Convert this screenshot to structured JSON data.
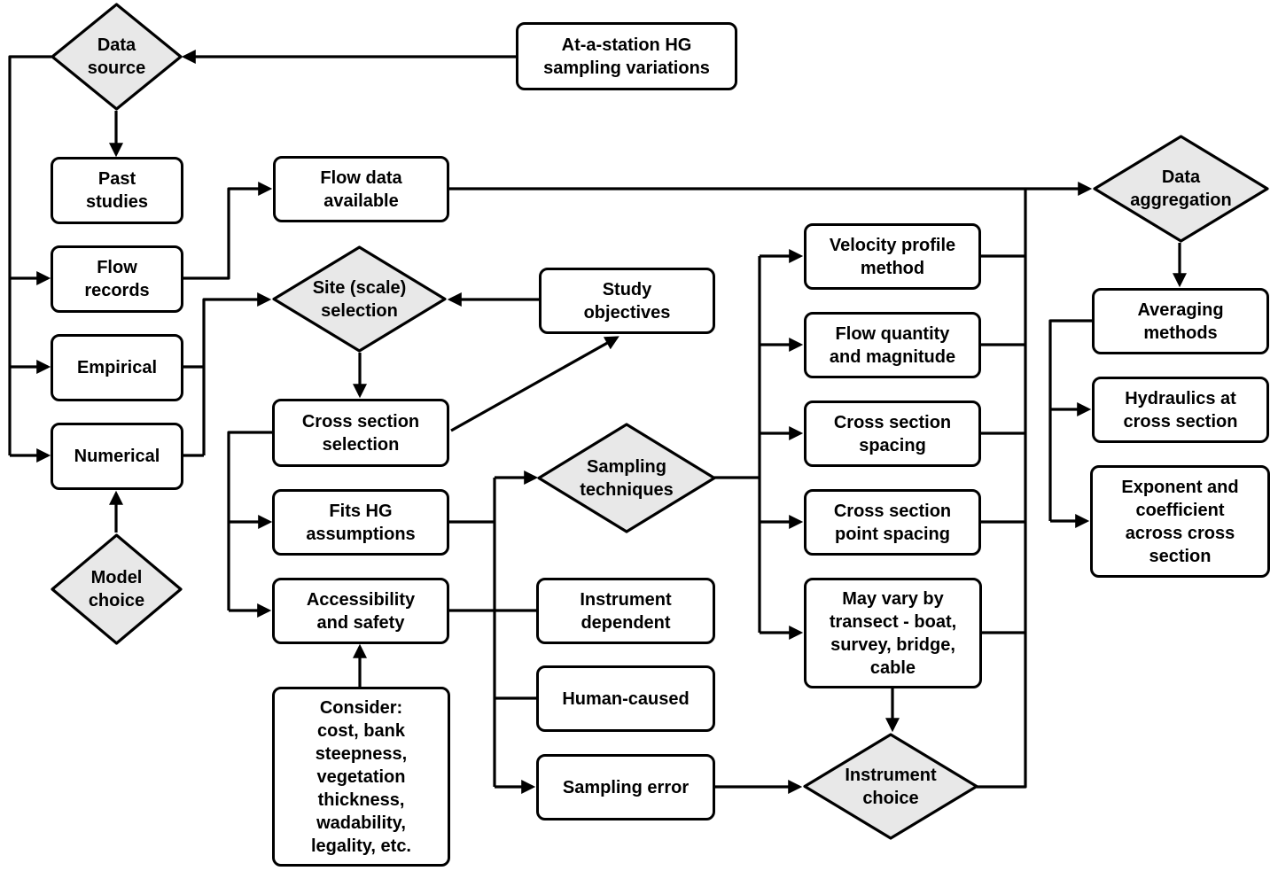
{
  "diagram": {
    "type": "flowchart",
    "colors": {
      "background": "#ffffff",
      "line": "#000000",
      "decision_fill": "#e8e8e8",
      "process_fill": "#ffffff",
      "border": "#000000",
      "text": "#000000"
    },
    "nodes": {
      "at_a_station": {
        "label": "At-a-station HG\nsampling variations",
        "type": "process"
      },
      "data_source": {
        "label": "Data\nsource",
        "type": "decision"
      },
      "past_studies": {
        "label": "Past\nstudies",
        "type": "process"
      },
      "flow_records": {
        "label": "Flow\nrecords",
        "type": "process"
      },
      "empirical": {
        "label": "Empirical",
        "type": "process"
      },
      "numerical": {
        "label": "Numerical",
        "type": "process"
      },
      "model_choice": {
        "label": "Model\nchoice",
        "type": "decision"
      },
      "flow_data_available": {
        "label": "Flow data\navailable",
        "type": "process"
      },
      "site_selection": {
        "label": "Site (scale)\nselection",
        "type": "decision"
      },
      "study_objectives": {
        "label": "Study\nobjectives",
        "type": "process"
      },
      "cross_section_selection": {
        "label": "Cross section\nselection",
        "type": "process"
      },
      "fits_hg_assumptions": {
        "label": "Fits HG\nassumptions",
        "type": "process"
      },
      "accessibility_and_safety": {
        "label": "Accessibility\nand safety",
        "type": "process"
      },
      "consider_factors": {
        "label": "Consider:\ncost, bank\nsteepness,\nvegetation\nthickness,\nwadability,\nlegality, etc.",
        "type": "process"
      },
      "sampling_techniques": {
        "label": "Sampling\ntechniques",
        "type": "decision"
      },
      "instrument_dependent": {
        "label": "Instrument\ndependent",
        "type": "process"
      },
      "human_caused": {
        "label": "Human-caused",
        "type": "process"
      },
      "sampling_error": {
        "label": "Sampling error",
        "type": "process"
      },
      "velocity_profile_method": {
        "label": "Velocity profile\nmethod",
        "type": "process"
      },
      "flow_quantity_and_magnitude": {
        "label": "Flow quantity\nand magnitude",
        "type": "process"
      },
      "cross_section_spacing": {
        "label": "Cross section\nspacing",
        "type": "process"
      },
      "cross_section_point_spacing": {
        "label": "Cross section\npoint spacing",
        "type": "process"
      },
      "may_vary_by_transect": {
        "label": "May vary by\ntransect - boat,\nsurvey, bridge,\ncable",
        "type": "process"
      },
      "instrument_choice": {
        "label": "Instrument\nchoice",
        "type": "decision"
      },
      "data_aggregation": {
        "label": "Data\naggregation",
        "type": "decision"
      },
      "averaging_methods": {
        "label": "Averaging\nmethods",
        "type": "process"
      },
      "hydraulics_at_cross_section": {
        "label": "Hydraulics at\ncross section",
        "type": "process"
      },
      "exponent_and_coefficient": {
        "label": "Exponent and\ncoefficient\nacross cross\nsection",
        "type": "process"
      }
    },
    "edges": [
      {
        "from": "at_a_station",
        "to": "data_source"
      },
      {
        "from": "data_source",
        "to": "past_studies"
      },
      {
        "from": "data_source",
        "to": "flow_records"
      },
      {
        "from": "data_source",
        "to": "empirical"
      },
      {
        "from": "data_source",
        "to": "numerical"
      },
      {
        "from": "model_choice",
        "to": "numerical"
      },
      {
        "from": "flow_records",
        "to": "flow_data_available"
      },
      {
        "from": "empirical",
        "to": "site_selection"
      },
      {
        "from": "numerical",
        "to": "site_selection"
      },
      {
        "from": "study_objectives",
        "to": "site_selection"
      },
      {
        "from": "site_selection",
        "to": "cross_section_selection"
      },
      {
        "from": "cross_section_selection",
        "to": "study_objectives"
      },
      {
        "from": "cross_section_selection",
        "to": "fits_hg_assumptions"
      },
      {
        "from": "cross_section_selection",
        "to": "accessibility_and_safety"
      },
      {
        "from": "consider_factors",
        "to": "accessibility_and_safety"
      },
      {
        "from": "fits_hg_assumptions",
        "to": "sampling_techniques"
      },
      {
        "from": "accessibility_and_safety",
        "to": "sampling_techniques"
      },
      {
        "from": "instrument_dependent",
        "to": "sampling_error"
      },
      {
        "from": "human_caused",
        "to": "sampling_error"
      },
      {
        "from": "sampling_techniques",
        "to": "velocity_profile_method"
      },
      {
        "from": "sampling_techniques",
        "to": "flow_quantity_and_magnitude"
      },
      {
        "from": "sampling_techniques",
        "to": "cross_section_spacing"
      },
      {
        "from": "sampling_techniques",
        "to": "cross_section_point_spacing"
      },
      {
        "from": "sampling_techniques",
        "to": "may_vary_by_transect"
      },
      {
        "from": "may_vary_by_transect",
        "to": "instrument_choice"
      },
      {
        "from": "sampling_error",
        "to": "instrument_choice"
      },
      {
        "from": "velocity_profile_method",
        "to": "data_aggregation"
      },
      {
        "from": "flow_quantity_and_magnitude",
        "to": "data_aggregation"
      },
      {
        "from": "cross_section_spacing",
        "to": "data_aggregation"
      },
      {
        "from": "cross_section_point_spacing",
        "to": "data_aggregation"
      },
      {
        "from": "may_vary_by_transect",
        "to": "data_aggregation"
      },
      {
        "from": "instrument_choice",
        "to": "data_aggregation"
      },
      {
        "from": "flow_data_available",
        "to": "data_aggregation"
      },
      {
        "from": "data_aggregation",
        "to": "averaging_methods"
      },
      {
        "from": "averaging_methods",
        "to": "hydraulics_at_cross_section"
      },
      {
        "from": "averaging_methods",
        "to": "exponent_and_coefficient"
      }
    ]
  }
}
